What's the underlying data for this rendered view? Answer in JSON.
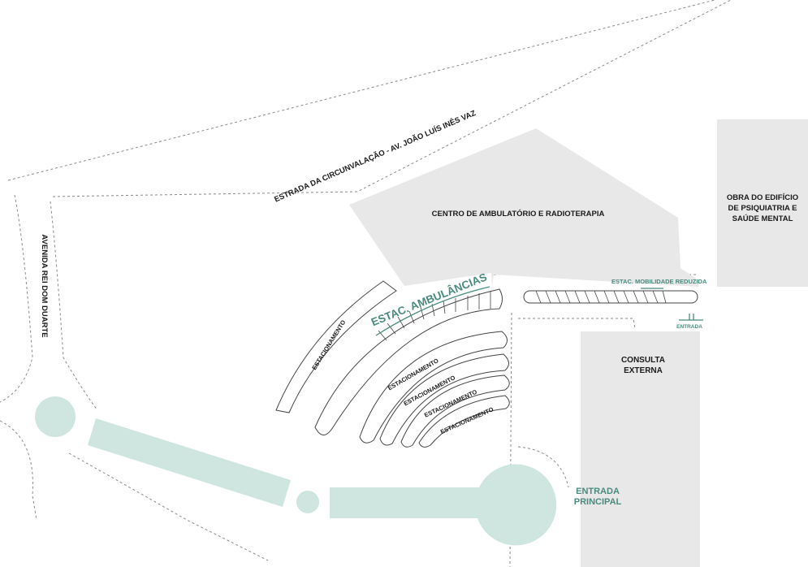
{
  "map": {
    "streets": {
      "circunvalacao": "ESTRADA DA CIRCUNVALAÇÃO - AV. JOÃO LUÍS INÊS VAZ",
      "rei_dom_duarte": "AVENIDA REI DOM DUARTE"
    },
    "buildings": {
      "ambulatorio": "CENTRO DE AMBULATÓRIO E RADIOTERAPIA",
      "psiquiatria": [
        "OBRA DO EDIFÍCIO",
        "DE PSIQUIATRIA E",
        "SAÚDE MENTAL"
      ],
      "consulta": [
        "CONSULTA",
        "EXTERNA"
      ]
    },
    "parking": {
      "ambulancias": "ESTAC. AMBULÂNCIAS",
      "mobilidade_reduzida": "ESTAC. MOBILIDADE REDUZIDA",
      "estacionamento": "ESTACIONAMENTO"
    },
    "entrances": {
      "entrada": "ENTRADA",
      "principal": [
        "ENTRADA",
        "PRINCIPAL"
      ]
    }
  },
  "colors": {
    "building": "#e8e8e8",
    "plaza": "#cfe5e0",
    "accent": "#4a8a7e",
    "road_line": "#8a8a8a"
  }
}
